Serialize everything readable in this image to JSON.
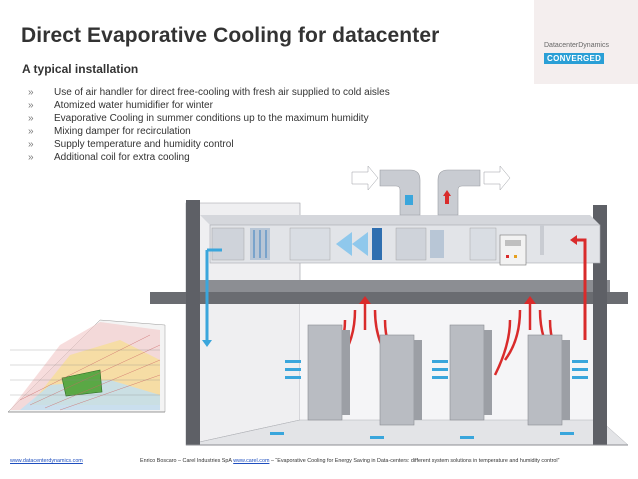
{
  "header": {
    "title": "Direct Evaporative Cooling for datacenter",
    "subtitle": "A typical installation"
  },
  "logo": {
    "line1": "DatacenterDynamics",
    "line2": "CONVERGED",
    "badge_color": "#2a9fd6"
  },
  "bullets": [
    {
      "mark": "»",
      "text": "Use of air handler for direct free-cooling with fresh air supplied to cold aisles"
    },
    {
      "mark": "»",
      "text": "Atomized water humidifier for winter"
    },
    {
      "mark": "»",
      "text": "Evaporative Cooling  in summer conditions up to the maximum humidity"
    },
    {
      "mark": "»",
      "text": "Mixing damper for recirculation"
    },
    {
      "mark": "»",
      "text": "Supply temperature and humidity control"
    },
    {
      "mark": "»",
      "text": "Additional coil for extra cooling"
    }
  ],
  "illustration": {
    "colors": {
      "cold_air": "#3aa6dc",
      "hot_air": "#d92b2b",
      "duct": "#c9ccd2",
      "wall": "#5e6066",
      "rack": "#b9bcc2"
    }
  },
  "footer": {
    "website": "www.datacenterdynamics.com",
    "credit_prefix": "Enrico Boscaro – Carel Industries SpA",
    "credit_link": "www.carel.com",
    "credit_suffix": "– “Evaporative Cooling for Energy Saving in Data-centers: different system solutions in temperature and humidity control”"
  }
}
